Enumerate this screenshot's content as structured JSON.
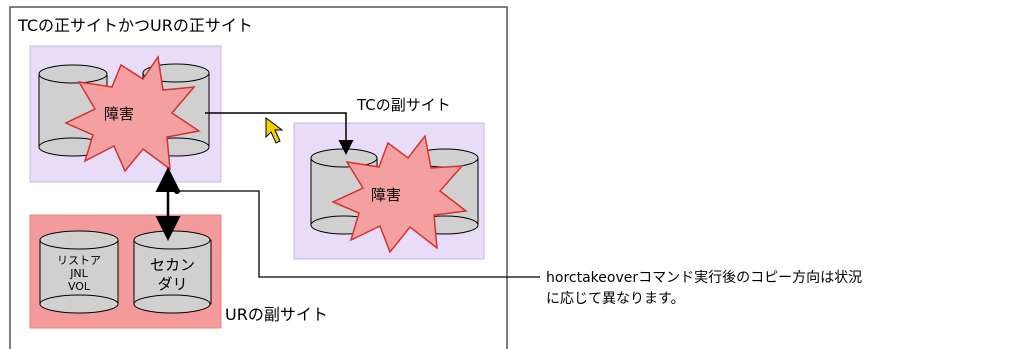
{
  "diagram": {
    "primary_site_label": "TCの正サイトかつURの正サイト",
    "tc_secondary_label": "TCの副サイト",
    "ur_secondary_label": "URの副サイト",
    "failure_label_primary": "障害",
    "failure_label_tc": "障害",
    "restore_jnl_vol_lines": [
      "リストア",
      "JNL",
      "VOL"
    ],
    "secondary_vol_lines": [
      "セカン",
      "ダリ"
    ],
    "note_lines": [
      "horctakeoverコマンド実行後のコピー方向は状況",
      "に応じて異なります。"
    ],
    "colors": {
      "site_purple": "#e8dcf8",
      "site_purple_border": "#c9b6ea",
      "site_pink": "#f49a9a",
      "site_pink_border": "#e48686",
      "burst_fill": "#f5a0a0",
      "burst_border": "#d23232",
      "cylinder_fill": "#d0d0d0",
      "cursor": "#f4d000"
    },
    "icons": [
      "failure-burst-icon",
      "mouse-pointer-icon"
    ]
  }
}
